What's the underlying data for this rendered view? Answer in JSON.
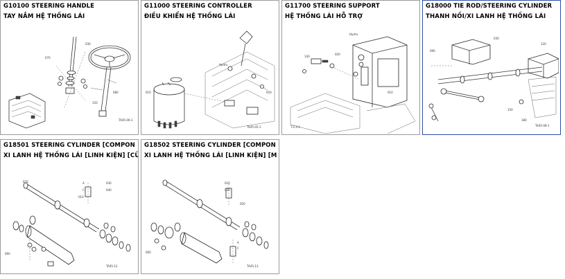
{
  "catalog": {
    "cards": [
      {
        "code": "G10100 STEERING HANDLE",
        "name": "TAY NẮM HỆ THỐNG LÁI"
      },
      {
        "code": "G11000 STEERING CONTROLLER",
        "name": "ĐIỀU KHIỂN HỆ THỐNG LÁI"
      },
      {
        "code": "G11700 STEERING SUPPORT",
        "name": "HỆ THỐNG LÁI  HỖ TRỢ"
      },
      {
        "code": "G18000 TIE ROD/STEERING CYLINDER",
        "name": "THANH NỐI/XI LANH HỆ THỐNG LÁI"
      },
      {
        "code": "G18501 STEERING CYLINDER [COMPON",
        "name": "XI LANH HỆ THỐNG LÁI [LINH KIỆN] [CŨ"
      },
      {
        "code": "G18502 STEERING CYLINDER [COMPON",
        "name": "XI LANH HỆ THỐNG LÁI [LINH KIỆN] [M"
      }
    ]
  }
}
